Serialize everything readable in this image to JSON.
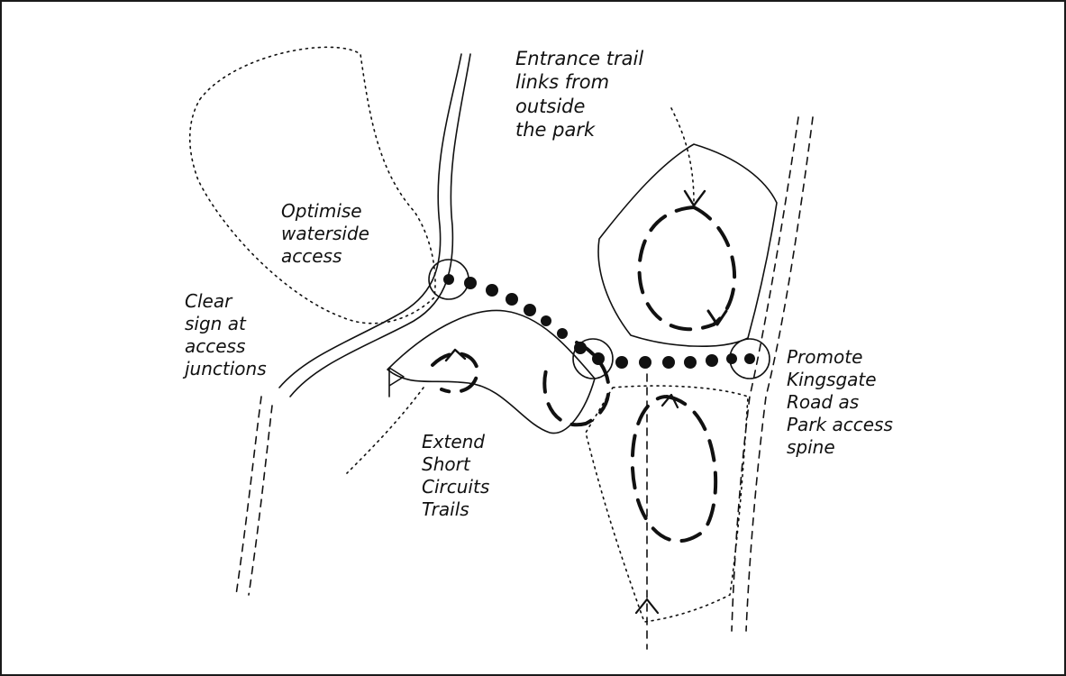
{
  "diagram": {
    "annotations": [
      {
        "id": "entrance",
        "text": "Entrance trail\nlinks from\noutside\nthe park"
      },
      {
        "id": "optimise",
        "text": "Optimise\nwaterside\naccess"
      },
      {
        "id": "clear",
        "text": "Clear\nsign at\naccess\njunctions"
      },
      {
        "id": "extend",
        "text": "Extend\nShort\nCircuits\nTrails"
      },
      {
        "id": "promote",
        "text": "Promote\nKingsgate\nRoad as\nPark access\nspine"
      }
    ],
    "colors": {
      "ink": "#111111",
      "paper": "#ffffff"
    }
  }
}
